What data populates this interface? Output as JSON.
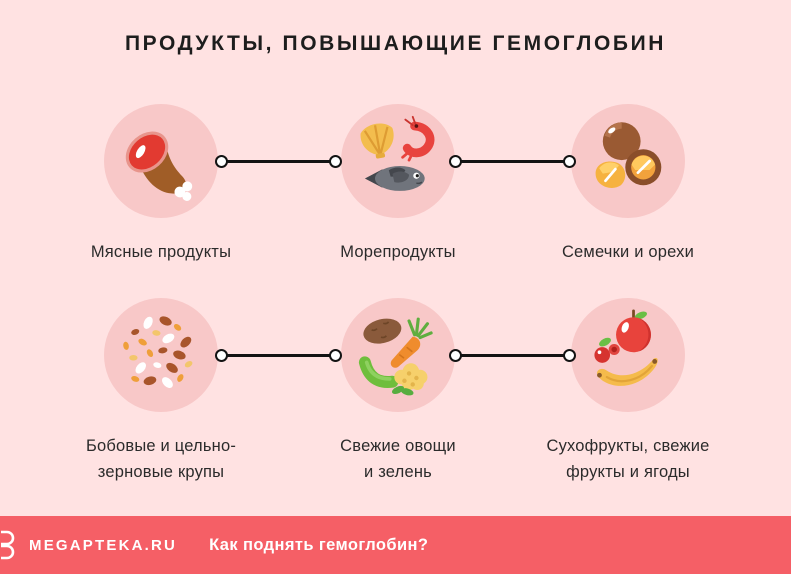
{
  "title": "ПРОДУКТЫ, ПОВЫШАЮЩИЕ ГЕМОГЛОБИН",
  "items": [
    {
      "label": "Мясные продукты",
      "icon": "meat-icon"
    },
    {
      "label": "Морепродукты",
      "icon": "seafood-icon"
    },
    {
      "label": "Семечки и орехи",
      "icon": "nuts-icon"
    },
    {
      "label": "Бобовые и цельно-\nзерновые крупы",
      "icon": "legumes-icon"
    },
    {
      "label": "Свежие овощи\nи зелень",
      "icon": "vegetables-icon"
    },
    {
      "label": "Сухофрукты, свежие\nфрукты и ягоды",
      "icon": "fruits-icon"
    }
  ],
  "footer": {
    "brand": "MEGAPTEKA.RU",
    "question": "Как поднять гемоглобин?"
  },
  "colors": {
    "background": "#ffe2e2",
    "bubble": "#f8c8c8",
    "accent_red": "#f55f66",
    "text": "#2b2b2b",
    "title_text": "#1d1d1d",
    "connector": "#131313"
  }
}
